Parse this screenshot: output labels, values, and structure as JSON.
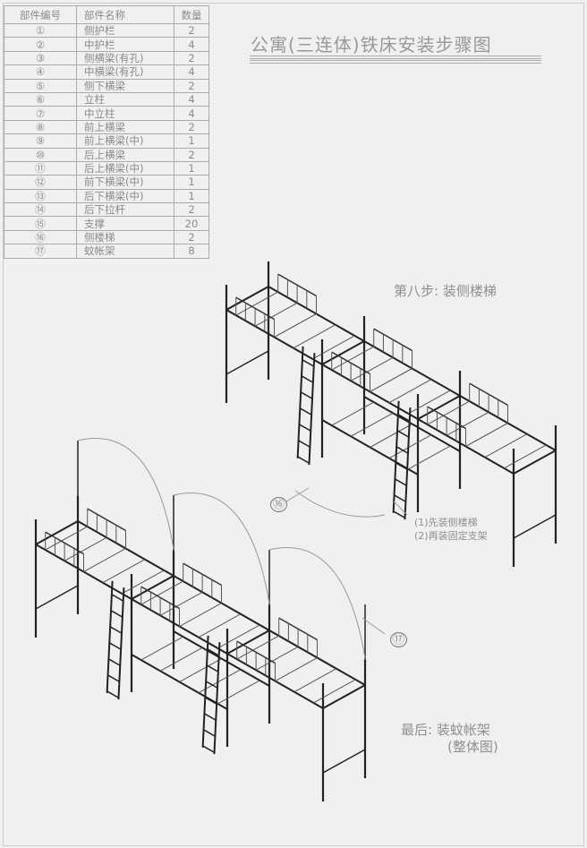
{
  "title": "公寓(三连体)铁床安装步骤图",
  "parts_table": {
    "headers": [
      "部件编号",
      "部件名称",
      "数量"
    ],
    "rows": [
      [
        "①",
        "侧护栏",
        "2"
      ],
      [
        "②",
        "中护栏",
        "4"
      ],
      [
        "③",
        "侧横梁(有孔)",
        "2"
      ],
      [
        "④",
        "中横梁(有孔)",
        "4"
      ],
      [
        "⑤",
        "侧下横梁",
        "2"
      ],
      [
        "⑥",
        "立柱",
        "4"
      ],
      [
        "⑦",
        "中立柱",
        "4"
      ],
      [
        "⑧",
        "前上横梁",
        "2"
      ],
      [
        "⑨",
        "前上横梁(中)",
        "1"
      ],
      [
        "⑩",
        "后上横梁",
        "2"
      ],
      [
        "⑪",
        "后上横梁(中)",
        "1"
      ],
      [
        "⑫",
        "前下横梁(中)",
        "1"
      ],
      [
        "⑬",
        "后下横梁(中)",
        "1"
      ],
      [
        "⑭",
        "后下拉杆",
        "2"
      ],
      [
        "⑮",
        "支撑",
        "20"
      ],
      [
        "⑯",
        "侧楼梯",
        "2"
      ],
      [
        "⑰",
        "蚊帐架",
        "8"
      ]
    ]
  },
  "step8": {
    "label": "第八步: 装侧楼梯",
    "callout": "⑯",
    "note1": "(1)先装侧楼梯",
    "note2": "(2)再装固定支架"
  },
  "final": {
    "label": "最后: 装蚊帐架",
    "sublabel": "(整体图)",
    "callout": "⑰"
  }
}
